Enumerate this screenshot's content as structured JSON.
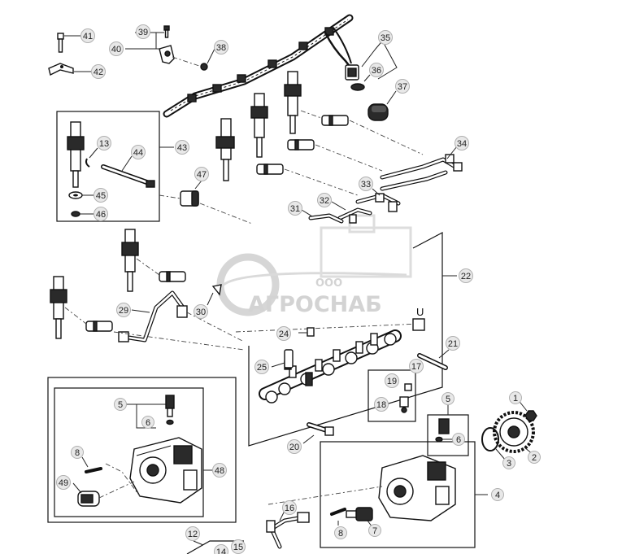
{
  "diagram": {
    "callouts": [
      {
        "id": "c41",
        "label": "41"
      },
      {
        "id": "c42",
        "label": "42"
      },
      {
        "id": "c39",
        "label": "39"
      },
      {
        "id": "c40",
        "label": "40"
      },
      {
        "id": "c38",
        "label": "38"
      },
      {
        "id": "c35",
        "label": "35"
      },
      {
        "id": "c36",
        "label": "36"
      },
      {
        "id": "c37",
        "label": "37"
      },
      {
        "id": "c43",
        "label": "43"
      },
      {
        "id": "c13",
        "label": "13"
      },
      {
        "id": "c44",
        "label": "44"
      },
      {
        "id": "c45",
        "label": "45"
      },
      {
        "id": "c46",
        "label": "46"
      },
      {
        "id": "c47",
        "label": "47"
      },
      {
        "id": "c34",
        "label": "34"
      },
      {
        "id": "c33",
        "label": "33"
      },
      {
        "id": "c32",
        "label": "32"
      },
      {
        "id": "c31",
        "label": "31"
      },
      {
        "id": "c22",
        "label": "22"
      },
      {
        "id": "c29",
        "label": "29"
      },
      {
        "id": "c30",
        "label": "30"
      },
      {
        "id": "c24",
        "label": "24"
      },
      {
        "id": "c25",
        "label": "25"
      },
      {
        "id": "c21",
        "label": "21"
      },
      {
        "id": "c17",
        "label": "17"
      },
      {
        "id": "c19",
        "label": "19"
      },
      {
        "id": "c18",
        "label": "18"
      },
      {
        "id": "c20",
        "label": "20"
      },
      {
        "id": "c5a",
        "label": "5"
      },
      {
        "id": "c6a",
        "label": "6"
      },
      {
        "id": "c8a",
        "label": "8"
      },
      {
        "id": "c49",
        "label": "49"
      },
      {
        "id": "c48",
        "label": "48"
      },
      {
        "id": "c5b",
        "label": "5"
      },
      {
        "id": "c6b",
        "label": "6"
      },
      {
        "id": "c1",
        "label": "1"
      },
      {
        "id": "c2",
        "label": "2"
      },
      {
        "id": "c3",
        "label": "3"
      },
      {
        "id": "c4",
        "label": "4"
      },
      {
        "id": "c16",
        "label": "16"
      },
      {
        "id": "c8b",
        "label": "8"
      },
      {
        "id": "c7",
        "label": "7"
      },
      {
        "id": "c12",
        "label": "12"
      },
      {
        "id": "c14",
        "label": "14"
      },
      {
        "id": "c15",
        "label": "15"
      }
    ],
    "marker_u": "U"
  },
  "watermark": {
    "prefix": "ООО",
    "brand": "АГРОСНАБ"
  },
  "colors": {
    "line": "#111111",
    "callout_fill": "#e8e8e8",
    "watermark": "#cfcfcf"
  }
}
